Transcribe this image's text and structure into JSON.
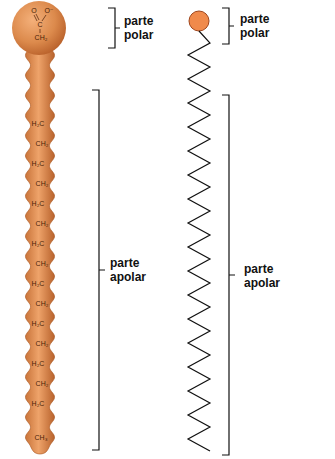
{
  "diagram": {
    "labels": [
      "O",
      "O⁻",
      "C",
      "CH₂",
      "H₂C",
      "CH₂",
      "H₂C",
      "CH₂",
      "H₂C",
      "CH₂",
      "H₂C",
      "CH₂",
      "H₂C",
      "CH₂",
      "H₂C",
      "CH₂",
      "H₂C",
      "CH₂",
      "H₂C",
      "CH₃",
      "parte polar",
      "parte apolar",
      "parte polar",
      "parte apolar"
    ]
  }
}
